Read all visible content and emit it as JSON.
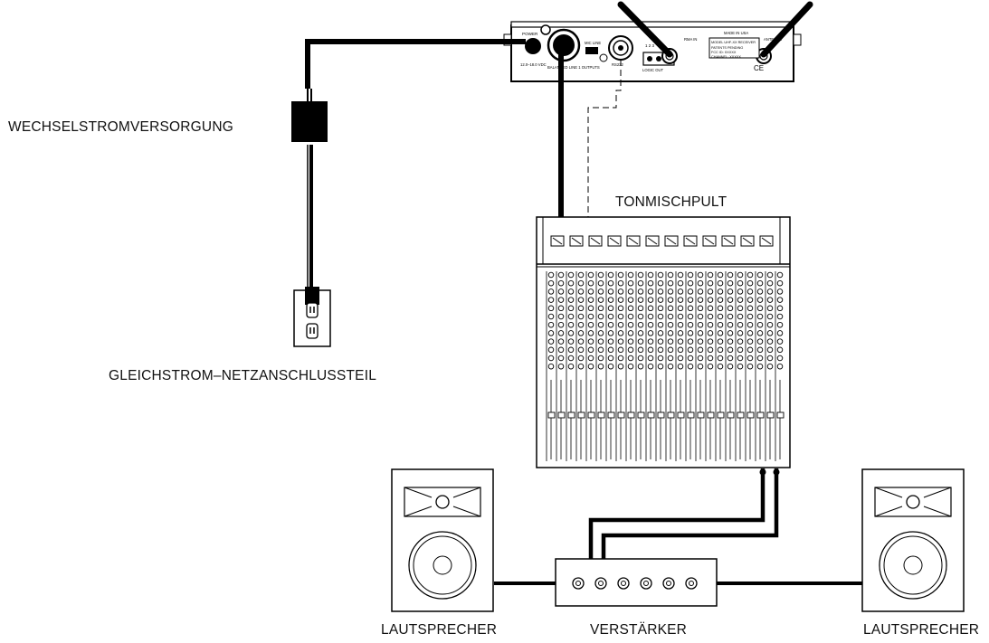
{
  "labels": {
    "ac_supply": "WECHSELSTROMVERSORGUNG",
    "dc_adapter": "GLEICHSTROM–NETZANSCHLUSSTEIL",
    "mixer": "TONMISCHPULT",
    "speaker_left": "LAUTSPRECHER",
    "amplifier": "VERSTÄRKER",
    "speaker_right": "LAUTSPRECHER"
  },
  "receiver": {
    "power": "POWER",
    "dc_voltage": "12.0–18.0 VDC",
    "mic_line": "MIC   LINE",
    "outputs": "BALANCED LINE 1 OUTPUTS",
    "ports": "1  2  3",
    "logic_out": "LOGIC OUT",
    "rs232": "RS232",
    "rf_in": "RMA IN",
    "antenna": "ANTENNA",
    "made_in": "MADE IN USA",
    "model": "MODEL UHF-XX RECEIVER",
    "patents": "PATENTS PENDING",
    "fcc": "FCC ID: XXXXX",
    "channel": "CHANNEL: XXXXX",
    "ce": "CE"
  },
  "mixer_channels": 12,
  "amplifier_jacks": 6
}
